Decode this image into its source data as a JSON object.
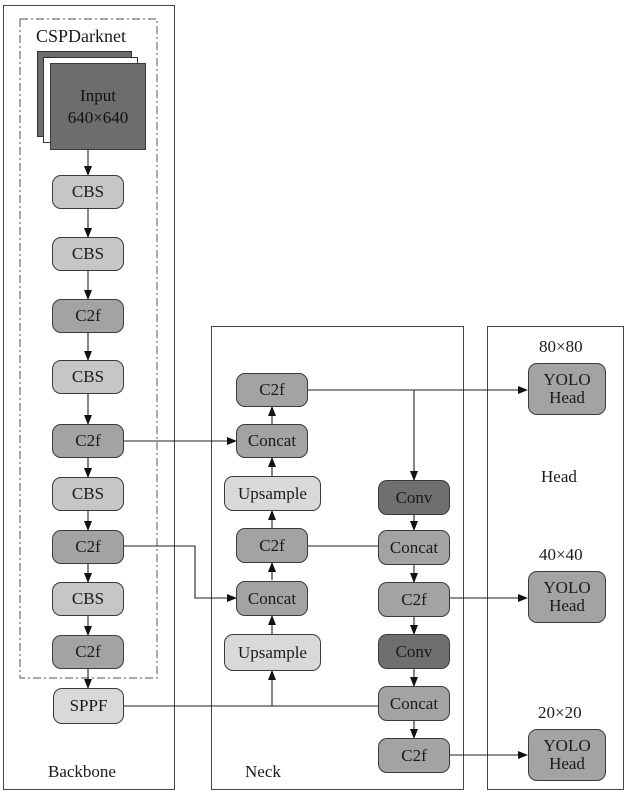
{
  "sections": {
    "backbone": "Backbone",
    "neck": "Neck",
    "head": "Head",
    "cspdarknet": "CSPDarknet"
  },
  "input": {
    "line1": "Input",
    "line2": "640×640"
  },
  "backbone_nodes": [
    "CBS",
    "CBS",
    "C2f",
    "CBS",
    "C2f",
    "CBS",
    "C2f",
    "CBS",
    "C2f",
    "SPPF"
  ],
  "neck_left": [
    "C2f",
    "Concat",
    "Upsample",
    "C2f",
    "Concat",
    "Upsample"
  ],
  "neck_right": [
    "Conv",
    "Concat",
    "C2f",
    "Conv",
    "Concat",
    "C2f"
  ],
  "heads": [
    {
      "scale": "80×80",
      "line1": "YOLO",
      "line2": "Head"
    },
    {
      "scale": "40×40",
      "line1": "YOLO",
      "line2": "Head"
    },
    {
      "scale": "20×20",
      "line1": "YOLO",
      "line2": "Head"
    }
  ],
  "colors": {
    "light": "#c6c6c6",
    "mid": "#a3a3a3",
    "pale": "#d9d9d9",
    "dark": "#6f6f6f",
    "input": "#6d6d6d"
  }
}
